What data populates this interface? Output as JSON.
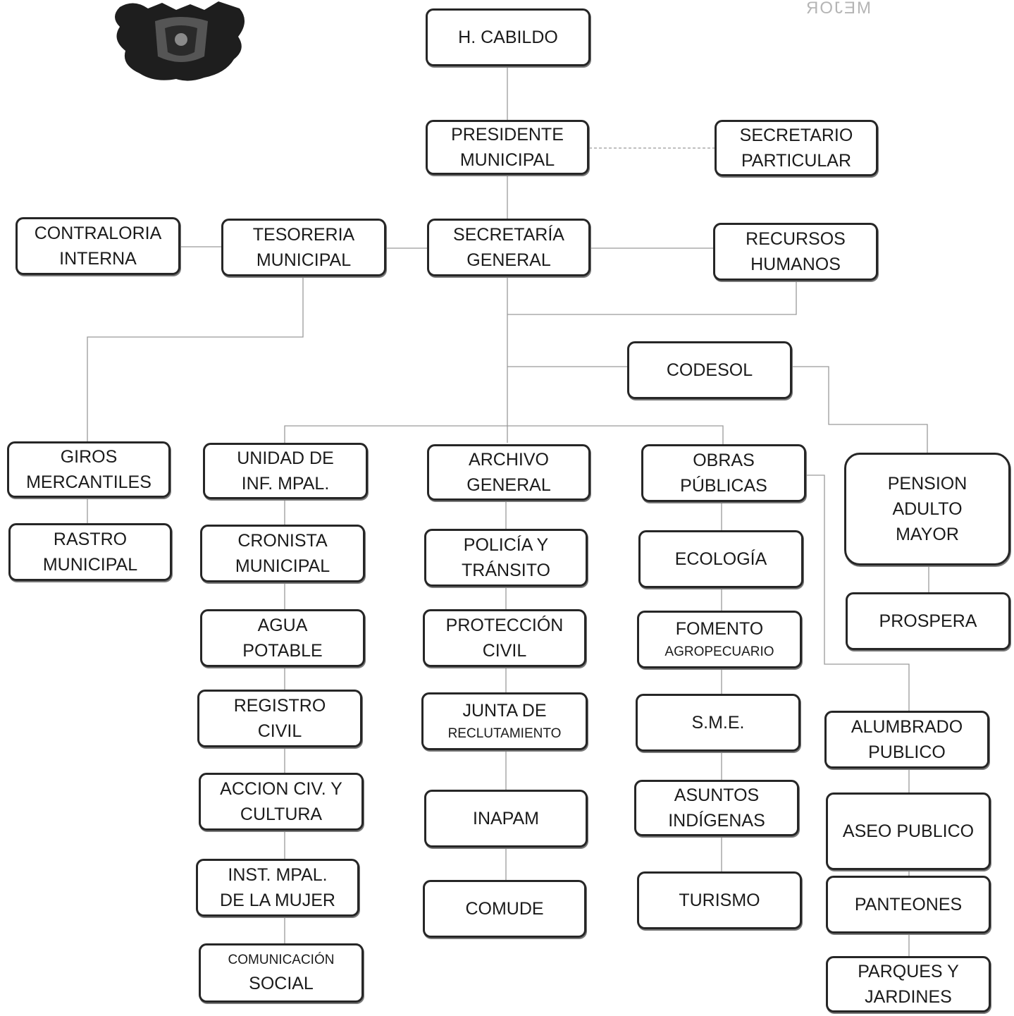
{
  "corner_text": "MEJOR",
  "nodes": {
    "cabildo": [
      "H. CABILDO"
    ],
    "presidente": [
      "PRESIDENTE",
      "MUNICIPAL"
    ],
    "secretario_particular": [
      "SECRETARIO",
      "PARTICULAR"
    ],
    "contraloria": [
      "CONTRALORIA",
      "INTERNA"
    ],
    "tesoreria": [
      "TESORERIA",
      "MUNICIPAL"
    ],
    "secretaria_general": [
      "SECRETARÍA",
      "GENERAL"
    ],
    "recursos_humanos": [
      "RECURSOS",
      "HUMANOS"
    ],
    "codesol": [
      "CODESOL"
    ],
    "giros": [
      "GIROS",
      "MERCANTILES"
    ],
    "rastro": [
      "RASTRO",
      "MUNICIPAL"
    ],
    "unidad_inf": [
      "UNIDAD DE",
      "INF. MPAL."
    ],
    "cronista": [
      "CRONISTA",
      "MUNICIPAL"
    ],
    "agua": [
      "AGUA",
      "POTABLE"
    ],
    "registro": [
      "REGISTRO",
      "CIVIL"
    ],
    "accion": [
      "ACCION CIV. Y",
      "CULTURA"
    ],
    "inst_mujer": [
      "INST. MPAL.",
      "DE LA MUJER"
    ],
    "comunicacion": [
      "COMUNICACIÓN",
      "SOCIAL"
    ],
    "archivo": [
      "ARCHIVO",
      "GENERAL"
    ],
    "policia": [
      "POLICÍA Y",
      "TRÁNSITO"
    ],
    "proteccion": [
      "PROTECCIÓN",
      "CIVIL"
    ],
    "junta": [
      "JUNTA  DE",
      "RECLUTAMIENTO"
    ],
    "inapam": [
      "INAPAM"
    ],
    "comude": [
      "COMUDE"
    ],
    "obras": [
      "OBRAS",
      "PÚBLICAS"
    ],
    "ecologia": [
      "ECOLOGÍA"
    ],
    "fomento": [
      "FOMENTO",
      "AGROPECUARIO"
    ],
    "sme": [
      "S.M.E."
    ],
    "asuntos": [
      "ASUNTOS",
      "INDÍGENAS"
    ],
    "turismo": [
      "TURISMO"
    ],
    "pension": [
      "PENSION",
      "ADULTO",
      "MAYOR"
    ],
    "prospera": [
      "PROSPERA"
    ],
    "alumbrado": [
      "ALUMBRADO",
      "PUBLICO"
    ],
    "aseo": [
      "ASEO PUBLICO"
    ],
    "panteones": [
      "PANTEONES"
    ],
    "parques": [
      "PARQUES Y",
      "JARDINES"
    ]
  }
}
